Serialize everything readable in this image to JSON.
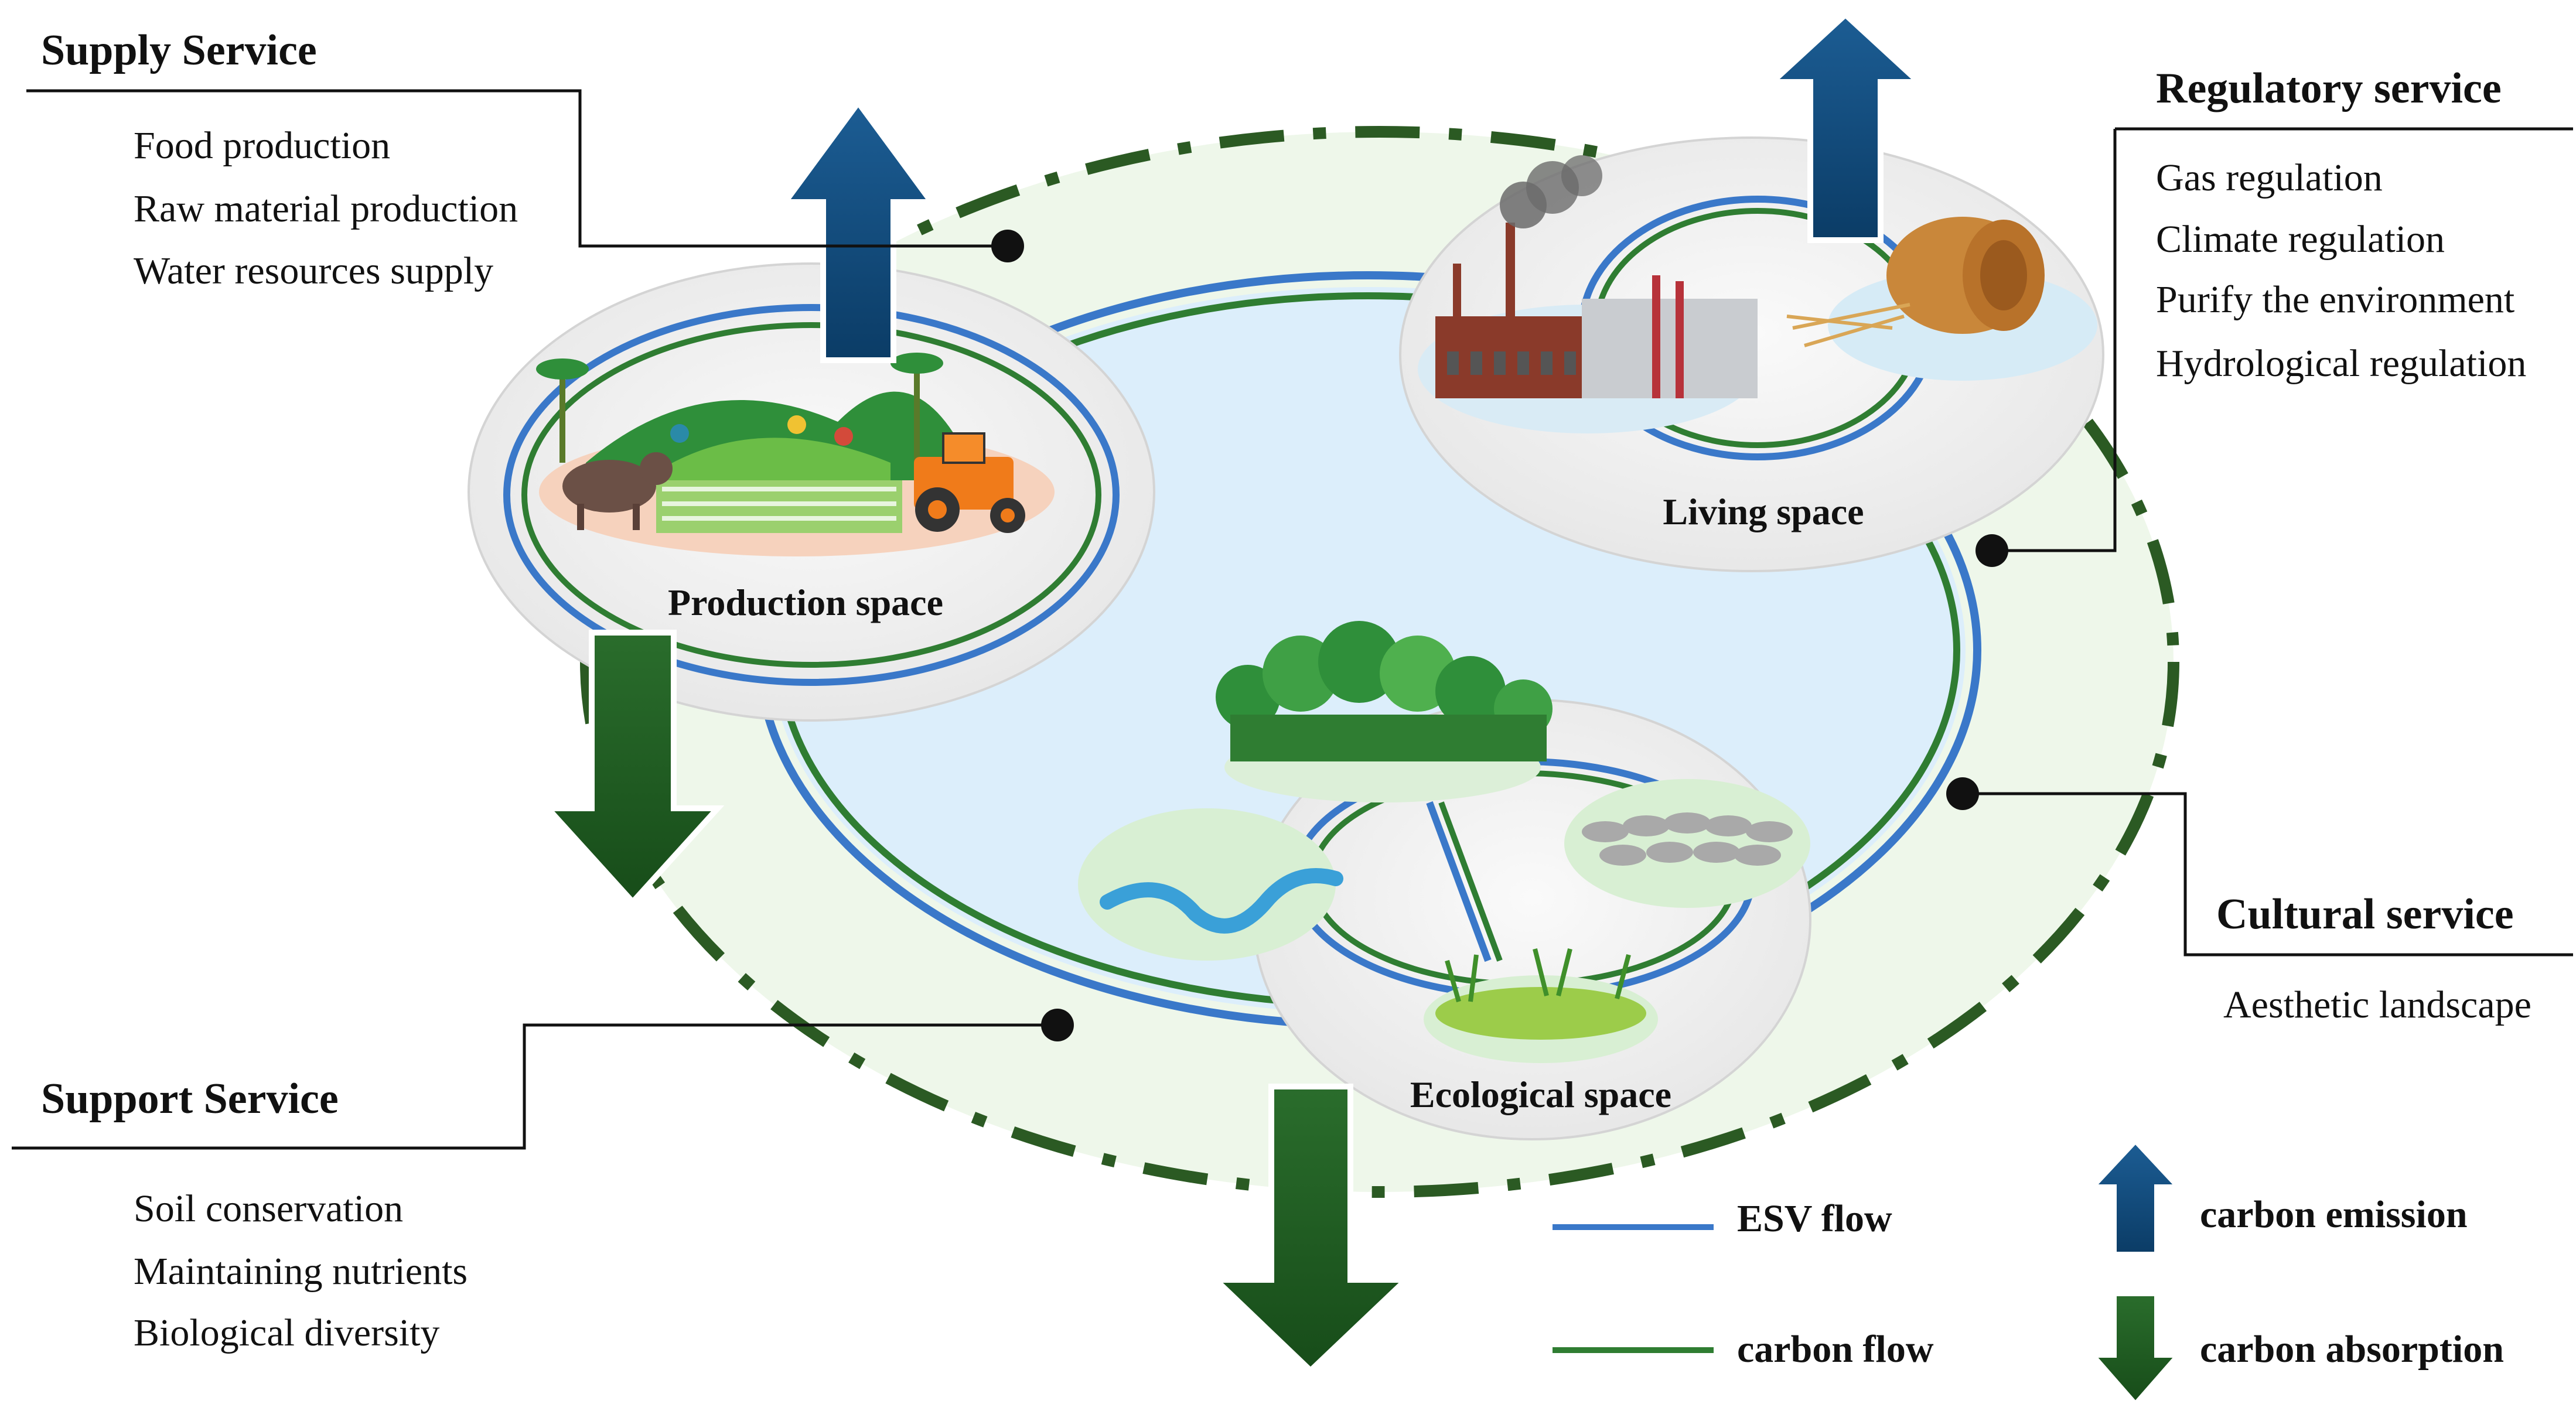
{
  "services": {
    "supply": {
      "title": "Supply Service",
      "items": [
        "Food production",
        "Raw material production",
        "Water resources supply"
      ]
    },
    "regulatory": {
      "title": "Regulatory service",
      "items": [
        "Gas regulation",
        "Climate regulation",
        "Purify the environment",
        "Hydrological regulation"
      ]
    },
    "cultural": {
      "title": "Cultural service",
      "items": [
        "Aesthetic landscape"
      ]
    },
    "support": {
      "title": "Support Service",
      "items": [
        "Soil conservation",
        "Maintaining nutrients",
        "Biological diversity"
      ]
    }
  },
  "spaces": {
    "production": "Production space",
    "living": "Living space",
    "ecological": "Ecological space"
  },
  "legend": {
    "esv_flow": "ESV flow",
    "carbon_flow": "carbon flow",
    "carbon_emission": "carbon emission",
    "carbon_absorption": "carbon absorption"
  },
  "colors": {
    "esv_flow": "#3a78c9",
    "carbon_flow": "#2f7d32",
    "emission_arrow": "#0e4a7a",
    "absorption_arrow": "#1f5c22",
    "outer_dash": "#2b5a23",
    "inner_water": "#dceefb",
    "outer_fill": "#eef7ea"
  }
}
